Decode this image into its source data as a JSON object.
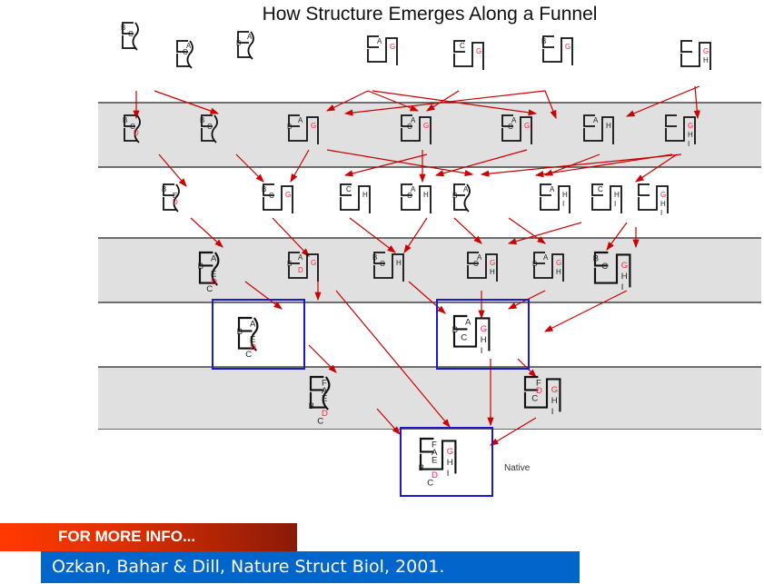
{
  "title": "How Structure Emerges Along a Funnel",
  "native_label": "Native",
  "colors": {
    "band": "#e0e0e0",
    "arrow": "#cc0000",
    "box": "#1a1acc",
    "red_letter": "#ff2040",
    "banner_red": "#ff3a00",
    "banner_blue": "#0066cc"
  },
  "conformations": [
    {
      "letters": [
        "B",
        "C"
      ]
    },
    {
      "letters": [
        "A",
        "C"
      ]
    },
    {
      "letters": [
        "A",
        "B"
      ]
    },
    {
      "letters": [
        "A",
        "G"
      ]
    },
    {
      "letters": [
        "C",
        "G"
      ]
    },
    {
      "letters": [
        "B",
        "G"
      ]
    },
    {
      "letters": [
        "G",
        "H"
      ]
    },
    {
      "letters": [
        "B",
        "C",
        "D"
      ]
    },
    {
      "letters": [
        "B",
        "C"
      ]
    },
    {
      "letters": [
        "A",
        "B",
        "G"
      ]
    },
    {
      "letters": [
        "A",
        "C",
        "G"
      ]
    },
    {
      "letters": [
        "A",
        "C",
        "G"
      ]
    },
    {
      "letters": [
        "A",
        "H"
      ]
    },
    {
      "letters": [
        "G",
        "H",
        "I"
      ]
    },
    {
      "letters": [
        "B",
        "E",
        "D"
      ]
    },
    {
      "letters": [
        "B",
        "C",
        "G"
      ]
    },
    {
      "letters": [
        "C",
        "H"
      ]
    },
    {
      "letters": [
        "A",
        "C",
        "H"
      ]
    },
    {
      "letters": [
        "A",
        "B"
      ]
    },
    {
      "letters": [
        "A",
        "H",
        "I"
      ]
    },
    {
      "letters": [
        "C",
        "H",
        "I"
      ]
    },
    {
      "letters": [
        "G",
        "H",
        "I"
      ]
    },
    {
      "letters": [
        "A",
        "B",
        "E",
        "D",
        "C"
      ]
    },
    {
      "letters": [
        "A",
        "B",
        "D",
        "G"
      ]
    },
    {
      "letters": [
        "B",
        "C",
        "H"
      ]
    },
    {
      "letters": [
        "A",
        "C",
        "G",
        "H"
      ]
    },
    {
      "letters": [
        "A",
        "B",
        "G",
        "H"
      ]
    },
    {
      "letters": [
        "B",
        "C",
        "G",
        "H",
        "I"
      ]
    },
    {
      "letters": [
        "A",
        "B",
        "E",
        "D",
        "C"
      ]
    },
    {
      "letters": [
        "A",
        "B",
        "C",
        "G",
        "H",
        "I"
      ]
    },
    {
      "letters": [
        "F",
        "A",
        "E",
        "B",
        "D",
        "C"
      ]
    },
    {
      "letters": [
        "F",
        "D",
        "C",
        "G",
        "H",
        "I"
      ]
    },
    {
      "letters": [
        "F",
        "A",
        "E",
        "B",
        "D",
        "C",
        "G",
        "H",
        "I"
      ]
    }
  ],
  "footer": {
    "heading": "FOR MORE INFO...",
    "citation": "Ozkan, Bahar & Dill, Nature Struct Biol, 2001."
  }
}
